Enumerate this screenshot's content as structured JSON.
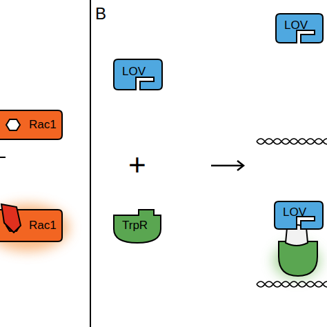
{
  "diagram": {
    "nodes": [
      {
        "text": [
          "Rac1"
        ]
      },
      {
        "text": [
          "Rac1"
        ]
      },
      {
        "text": [
          "LOV"
        ]
      },
      {
        "text": [
          "TrpR"
        ]
      },
      {
        "text": [
          "LOV"
        ]
      },
      {
        "text": [
          "LOV"
        ]
      }
    ],
    "labels": [
      "B",
      "+"
    ]
  }
}
